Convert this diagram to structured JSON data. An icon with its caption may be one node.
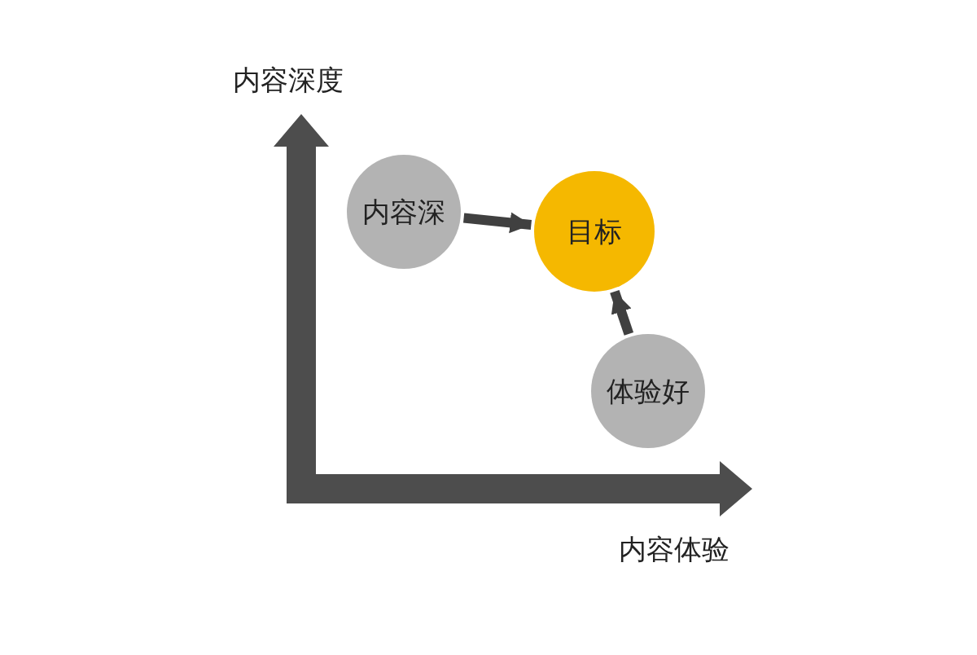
{
  "diagram": {
    "nodes": [
      {
        "text": [
          "内容深"
        ]
      },
      {
        "text": [
          "目标"
        ]
      },
      {
        "text": [
          "体验好"
        ]
      }
    ],
    "edges": [
      {
        "from": 0,
        "to": 1,
        "arrow": "to"
      },
      {
        "from": 2,
        "to": 1,
        "arrow": "to"
      }
    ],
    "labels": [
      "内容深度",
      "内容体验"
    ]
  }
}
